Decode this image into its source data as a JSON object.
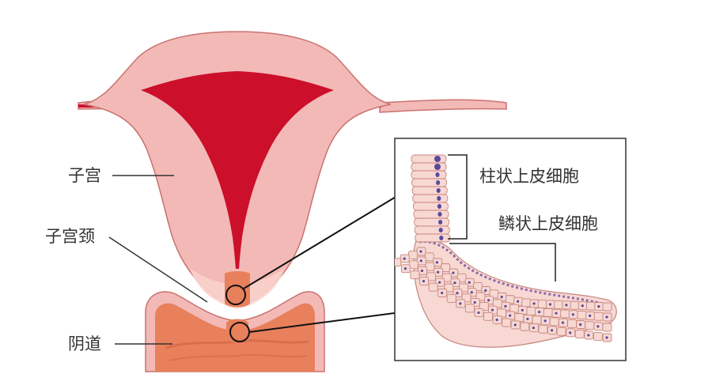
{
  "labels": {
    "uterus": "子宫",
    "cervix": "子宫颈",
    "vagina": "阴道",
    "columnar": "柱状上皮细胞",
    "squamous": "鳞状上皮细胞"
  },
  "colors": {
    "uterus_wall": "#f3b9b6",
    "uterus_outline": "#c9726e",
    "cavity": "#cc0f2a",
    "vagina": "#e8805c",
    "vagina_dark": "#d26745",
    "cell_fill": "#f7d8d3",
    "cell_outline": "#c7857c",
    "nucleus": "#5a4a9a",
    "leader": "#222222"
  }
}
